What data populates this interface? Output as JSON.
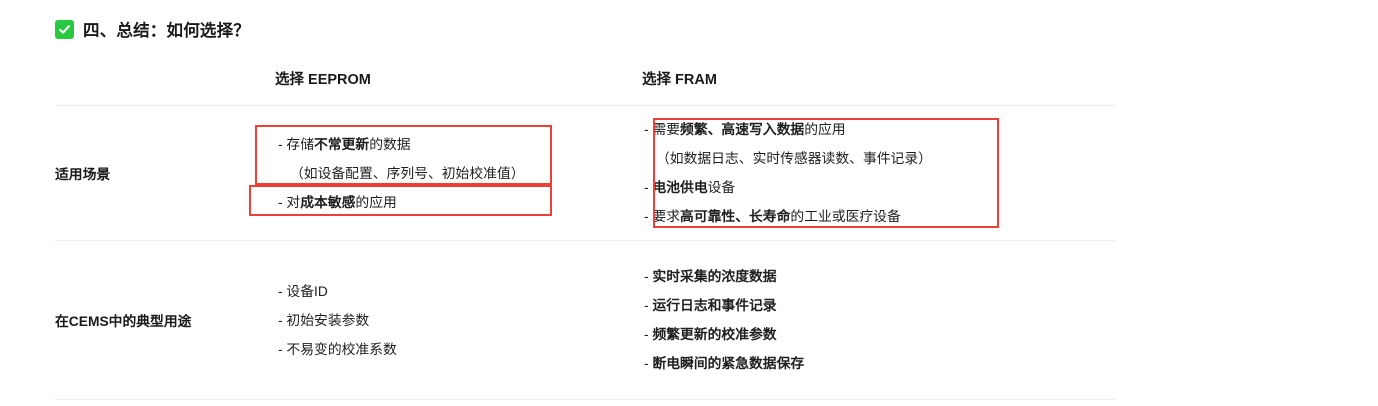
{
  "heading": {
    "icon": "green-check-mark",
    "text": "四、总结：如何选择？"
  },
  "table": {
    "columns": {
      "label": "",
      "eeprom": "选择 EEPROM",
      "fram": "选择 FRAM"
    },
    "rows": [
      {
        "label": "适用场景",
        "eeprom_lines": [
          {
            "prefix": "- 存储",
            "bold": "不常更新",
            "suffix": "的数据",
            "indent": false
          },
          {
            "prefix": "（如设备配置、序列号、初始校准值）",
            "bold": "",
            "suffix": "",
            "indent": true
          },
          {
            "prefix": "- 对",
            "bold": "成本敏感",
            "suffix": "的应用",
            "indent": false
          }
        ],
        "fram_lines": [
          {
            "prefix": "- 需要",
            "bold": "频繁、高速写入数据",
            "suffix": "的应用",
            "indent": false
          },
          {
            "prefix": "（如数据日志、实时传感器读数、事件记录）",
            "bold": "",
            "suffix": "",
            "indent": true
          },
          {
            "prefix": "- ",
            "bold": "电池供电",
            "suffix": "设备",
            "indent": false
          },
          {
            "prefix": "- 要求",
            "bold": "高可靠性、长寿命",
            "suffix": "的工业或医疗设备",
            "indent": false
          }
        ]
      },
      {
        "label": "在CEMS中的典型用途",
        "eeprom_lines": [
          {
            "prefix": "- 设备ID",
            "bold": "",
            "suffix": "",
            "indent": false
          },
          {
            "prefix": "- 初始安装参数",
            "bold": "",
            "suffix": "",
            "indent": false
          },
          {
            "prefix": "- 不易变的校准系数",
            "bold": "",
            "suffix": "",
            "indent": false
          }
        ],
        "fram_lines": [
          {
            "prefix": "- ",
            "bold": "实时采集的浓度数据",
            "suffix": "",
            "indent": false
          },
          {
            "prefix": "- ",
            "bold": "运行日志和事件记录",
            "suffix": "",
            "indent": false
          },
          {
            "prefix": "- ",
            "bold": "频繁更新的校准参数",
            "suffix": "",
            "indent": false
          },
          {
            "prefix": "- ",
            "bold": "断电瞬间的紧急数据保存",
            "suffix": "",
            "indent": false
          }
        ]
      }
    ]
  },
  "annotations": {
    "color": "#ee4036",
    "boxes": [
      {
        "name": "eeprom-storage-box"
      },
      {
        "name": "eeprom-cost-box"
      },
      {
        "name": "fram-usecase-box"
      }
    ]
  }
}
